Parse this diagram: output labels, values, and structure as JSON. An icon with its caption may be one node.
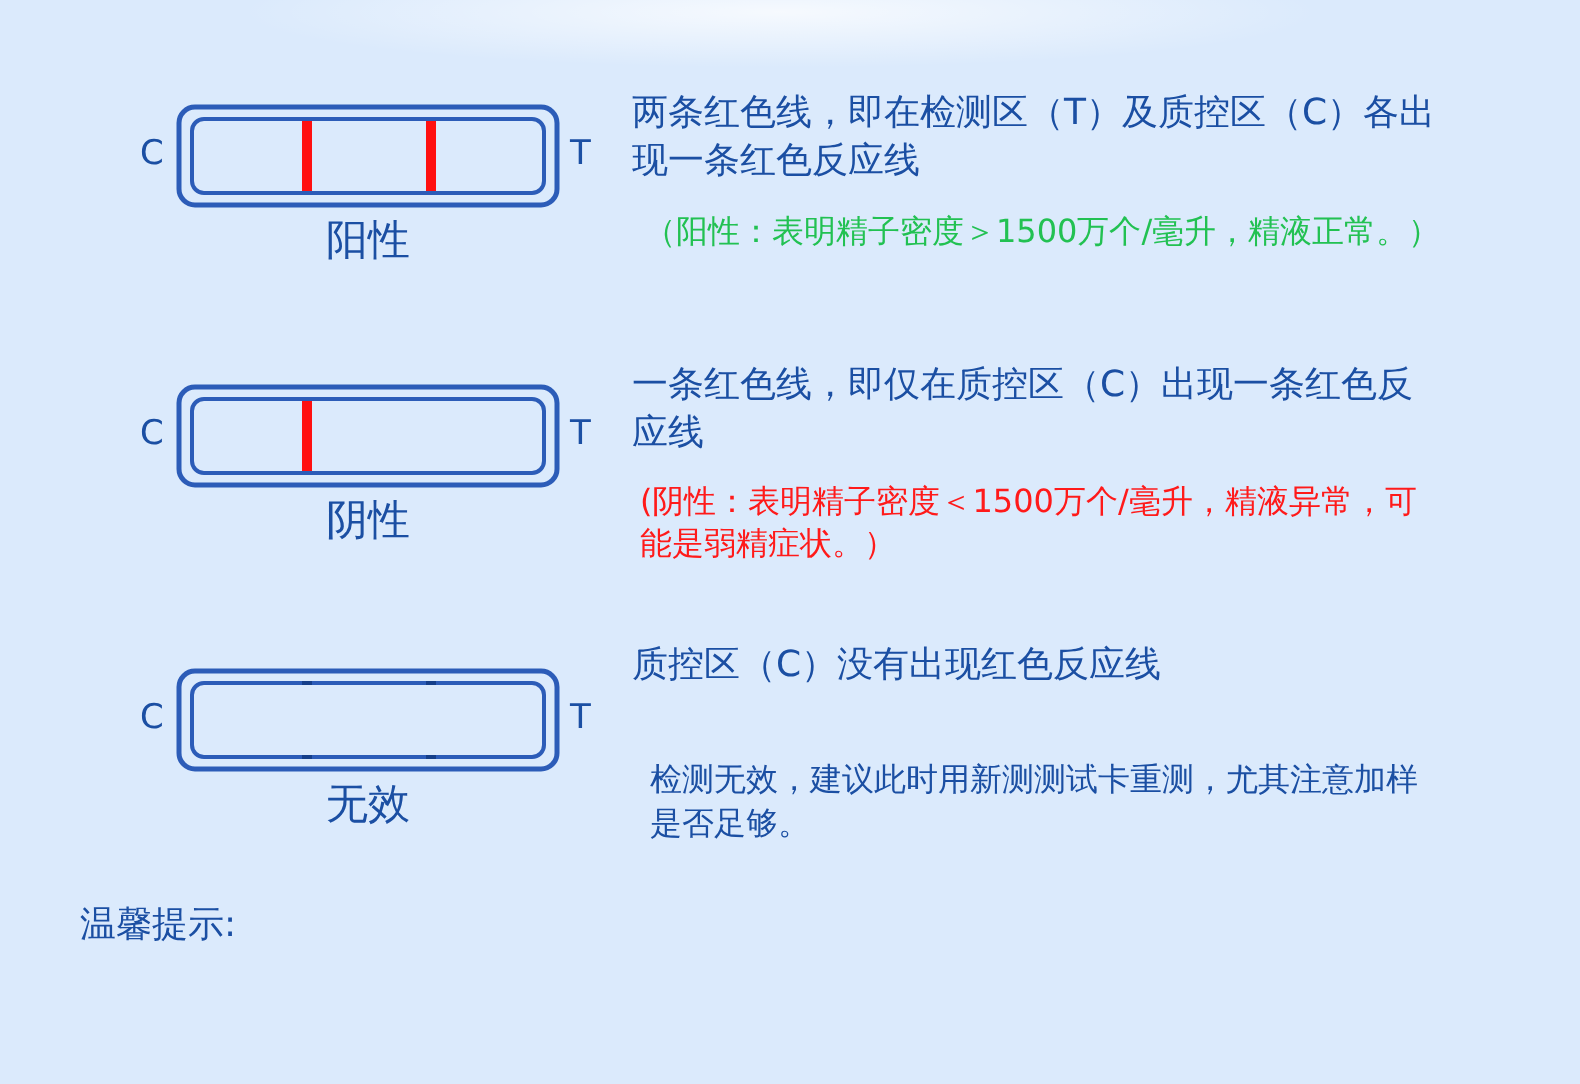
{
  "diagram": {
    "nodes": [
      {
        "text": [
          "阳性"
        ],
        "beside": [
          "C",
          "T",
          "两条红色线，即在检测区（T）及质控区（C）各出现一条红色反应线",
          "（阳性：表明精子密度＞1500万个/毫升，精液正常。）"
        ]
      },
      {
        "text": [
          "阴性"
        ],
        "beside": [
          "C",
          "T",
          "一条红色线，即仅在质控区（C）出现一条红色反应线",
          "(阴性：表明精子密度＜1500万个/毫升，精液异常，可能是弱精症状。）"
        ]
      },
      {
        "text": [
          "无效"
        ],
        "beside": [
          "C",
          "T",
          "质控区（C）没有出现红色反应线",
          "检测无效，建议此时用新测测试卡重测，尤其注意加样是否足够。"
        ]
      }
    ],
    "labels": [
      "温馨提示:"
    ]
  }
}
